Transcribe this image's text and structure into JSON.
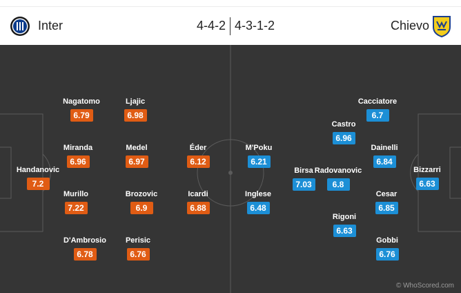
{
  "header": {
    "home_team": "Inter",
    "away_team": "Chievo",
    "home_formation": "4-4-2",
    "away_formation": "4-3-1-2",
    "home_logo": "inter-crest-icon",
    "away_logo": "chievo-crest-icon"
  },
  "colors": {
    "home_rating": "#e05c14",
    "away_rating": "#1c8fd6",
    "pitch": "#353535"
  },
  "home_players": [
    {
      "name": "Handanovic",
      "rating": "7.2"
    },
    {
      "name": "Nagatomo",
      "rating": "6.79"
    },
    {
      "name": "Miranda",
      "rating": "6.96"
    },
    {
      "name": "Murillo",
      "rating": "7.22"
    },
    {
      "name": "D'Ambrosio",
      "rating": "6.78"
    },
    {
      "name": "Ljajic",
      "rating": "6.98"
    },
    {
      "name": "Medel",
      "rating": "6.97"
    },
    {
      "name": "Brozovic",
      "rating": "6.9"
    },
    {
      "name": "Perisic",
      "rating": "6.76"
    },
    {
      "name": "Éder",
      "rating": "6.12"
    },
    {
      "name": "Icardi",
      "rating": "6.88"
    }
  ],
  "away_players": [
    {
      "name": "M'Poku",
      "rating": "6.21"
    },
    {
      "name": "Inglese",
      "rating": "6.48"
    },
    {
      "name": "Birsa",
      "rating": "7.03"
    },
    {
      "name": "Castro",
      "rating": "6.96"
    },
    {
      "name": "Radovanovic",
      "rating": "6.8"
    },
    {
      "name": "Rigoni",
      "rating": "6.63"
    },
    {
      "name": "Cacciatore",
      "rating": "6.7"
    },
    {
      "name": "Dainelli",
      "rating": "6.84"
    },
    {
      "name": "Cesar",
      "rating": "6.85"
    },
    {
      "name": "Gobbi",
      "rating": "6.76"
    },
    {
      "name": "Bizzarri",
      "rating": "6.63"
    }
  ],
  "watermark": "© WhoScored.com"
}
